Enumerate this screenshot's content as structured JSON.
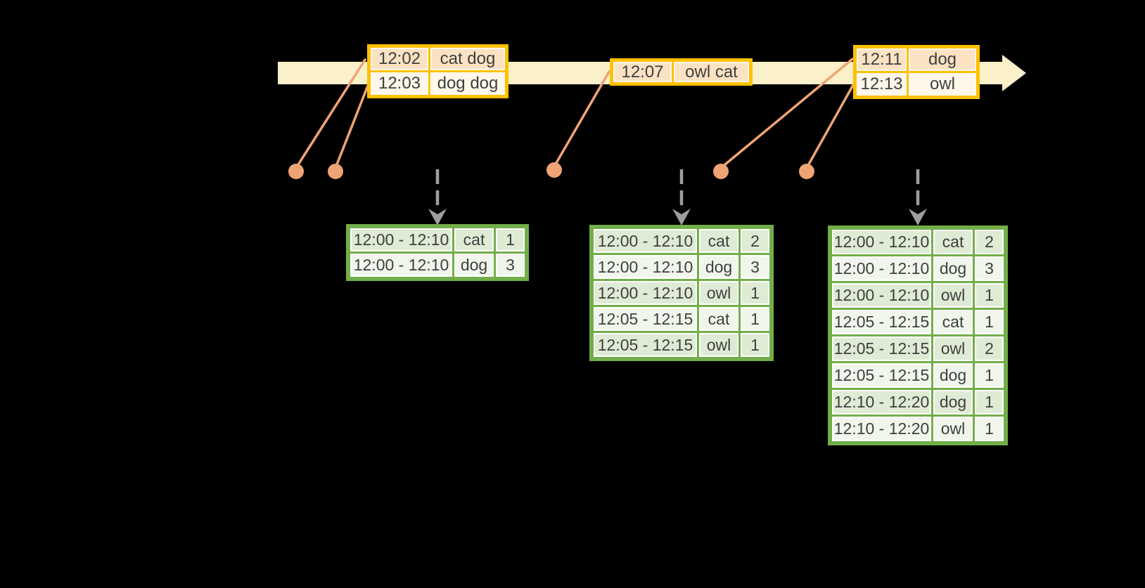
{
  "colors": {
    "background": "#000000",
    "timeline_fill": "#FAF0C9",
    "event_border": "#FFC000",
    "event_row_a": "#FAE2C3",
    "event_row_b": "#FEF7EA",
    "connector": "#EFA475",
    "trigger": "#9E9E9E",
    "result_border": "#72AE49",
    "result_row_a": "#DFEBD4",
    "result_row_b": "#F1F6EC",
    "text": "#3F3F3F",
    "cell_inset": "#FFFFFF"
  },
  "event_tables": [
    {
      "name": "events-at-12-02",
      "rows": [
        [
          "12:02",
          "cat dog"
        ],
        [
          "12:03",
          "dog dog"
        ]
      ]
    },
    {
      "name": "events-at-12-07",
      "rows": [
        [
          "12:07",
          "owl cat"
        ]
      ]
    },
    {
      "name": "events-at-12-11",
      "rows": [
        [
          "12:11",
          "dog"
        ],
        [
          "12:13",
          "owl"
        ]
      ]
    }
  ],
  "result_tables": [
    {
      "name": "result-table-trigger-1",
      "rows": [
        [
          "12:00 - 12:10",
          "cat",
          "1"
        ],
        [
          "12:00 - 12:10",
          "dog",
          "3"
        ]
      ]
    },
    {
      "name": "result-table-trigger-2",
      "rows": [
        [
          "12:00 - 12:10",
          "cat",
          "2"
        ],
        [
          "12:00 - 12:10",
          "dog",
          "3"
        ],
        [
          "12:00 - 12:10",
          "owl",
          "1"
        ],
        [
          "12:05 - 12:15",
          "cat",
          "1"
        ],
        [
          "12:05 - 12:15",
          "owl",
          "1"
        ]
      ]
    },
    {
      "name": "result-table-trigger-3",
      "rows": [
        [
          "12:00 - 12:10",
          "cat",
          "2"
        ],
        [
          "12:00 - 12:10",
          "dog",
          "3"
        ],
        [
          "12:00 - 12:10",
          "owl",
          "1"
        ],
        [
          "12:05 - 12:15",
          "cat",
          "1"
        ],
        [
          "12:05 - 12:15",
          "owl",
          "2"
        ],
        [
          "12:05 - 12:15",
          "dog",
          "1"
        ],
        [
          "12:10 - 12:20",
          "dog",
          "1"
        ],
        [
          "12:10 - 12:20",
          "owl",
          "1"
        ]
      ]
    }
  ]
}
